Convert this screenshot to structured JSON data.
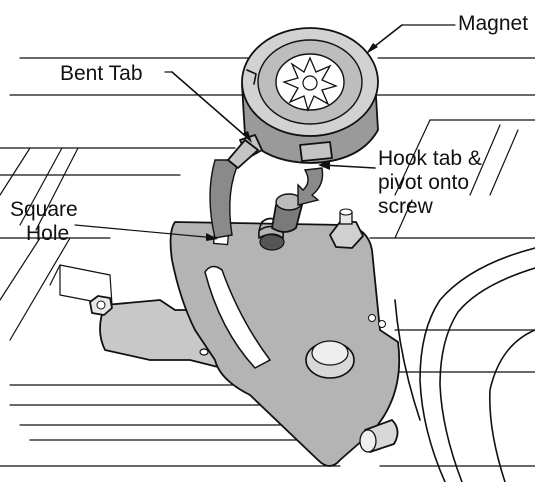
{
  "diagram": {
    "labels": {
      "magnet": "Magnet",
      "bent_tab": "Bent Tab",
      "hook_tab_line1": "Hook tab &",
      "hook_tab_line2": "pivot onto",
      "hook_tab_line3": "screw",
      "square_hole_line1": "Square",
      "square_hole_line2": "Hole"
    },
    "colors": {
      "line": "#111111",
      "plate": "#b4b4b4",
      "magnet_face": "#d2d2d2",
      "magnet_side": "#9a9a9a",
      "arrow_fill": "#8a8a8a",
      "arm": "#c8c8c8",
      "background": "#ffffff"
    }
  }
}
